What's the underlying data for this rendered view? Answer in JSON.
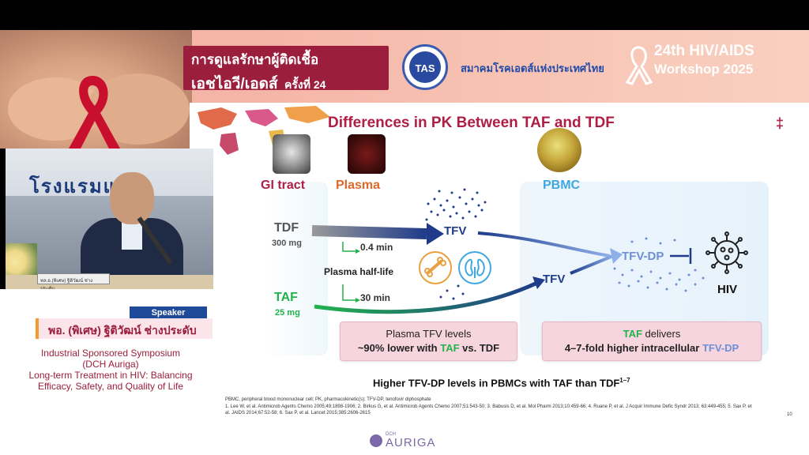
{
  "banner": {
    "title_line1": "การดูแลรักษาผู้ติดเชื้อ",
    "title_line2": "เอชไอวี/เอดส์",
    "title_line2_suffix": "ครั้งที่ 24",
    "tas_logo_text": "TAS",
    "society_name": "สมาคมโรคเอดส์แห่งประเทศไทย",
    "workshop_line1": "24th HIV/AIDS",
    "workshop_line2": "Workshop 2025"
  },
  "slide": {
    "title": "Differences in PK Between TAF and TDF",
    "dagger": "‡",
    "compartments": {
      "gi": "GI tract",
      "plasma": "Plasma",
      "pbmc": "PBMC"
    },
    "tdf": {
      "name": "TDF",
      "dose": "300 mg"
    },
    "taf": {
      "name": "TAF",
      "dose": "25 mg"
    },
    "tfv_top": "TFV",
    "tfv_bottom": "TFV",
    "tfv_dp": "TFV-DP",
    "hiv": "HIV",
    "half_life_tdf": "0.4 min",
    "half_life_label": "Plasma half-life",
    "half_life_taf": "30 min",
    "box_plasma": {
      "line1": "Plasma TFV levels",
      "pre": "~90% lower with ",
      "taf": "TAF",
      "post": " vs. TDF"
    },
    "box_pbmc": {
      "taf": "TAF",
      "line1_post": " delivers",
      "line2_pre": "4–7-fold higher intracellular ",
      "tfvdp": "TFV-DP"
    },
    "conclusion": "Higher TFV-DP levels in PBMCs with TAF than TDF",
    "conclusion_sup": "1–7",
    "footnote_abbrev": "PBMC, peripheral blood mononuclear cell; PK, pharmacokinetic(s); TFV-DP, tenofovir diphosphate",
    "footnote_refs": "1. Lee W, et al. Antimicrob Agents Chemo 2005;49:1898-1906; 2. Birkus G, et al. Antimicrob Agents Chemo 2007;51:543-50; 3. Babusis D, et al. Mol Pharm 2013;10:459-66; 4. Ruane P, et al. J Acquir Immune Defic Syndr 2013; 63:449-455; 5. Sax P, et al. JAIDS 2014;67:52-58; 6. Sax P, et al. Lancet 2015;385:2606-2615",
    "page_number": "10"
  },
  "speaker": {
    "sign_text": "โรงแรมแม",
    "nameplate": "พล.อ.(พิเศษ) ฐิติวัฒน์ ช่างประดับ",
    "tag": "Speaker",
    "name": "พอ. (พิเศษ) ฐิติวัฒน์ ช่างประดับ",
    "symposium_line1": "Industrial Sponsored Symposium",
    "symposium_line2": "(DCH Auriga)",
    "symposium_line3": "Long-term Treatment in HIV: Balancing",
    "symposium_line4": "Efficacy, Safety, and Quality of Life"
  },
  "footer": {
    "small": "DCH",
    "brand": "AURIGA"
  },
  "colors": {
    "brand_red": "#9b1e3d",
    "title_red": "#b01e45",
    "taf_green": "#22b24c",
    "tfv_navy": "#1f3b8a",
    "tfvdp_blue": "#6d8fd6",
    "pbmc_blue": "#3fa8e0",
    "plasma_orange": "#e0692a",
    "speaker_blue": "#1f4a9a",
    "auriga_purple": "#7a68a8"
  },
  "icons": {
    "ribbon": "red-ribbon-icon",
    "bone": "bone-icon",
    "kidney": "kidney-icon",
    "virus": "hiv-virus-icon",
    "inhibit": "inhibition-bar-icon"
  }
}
